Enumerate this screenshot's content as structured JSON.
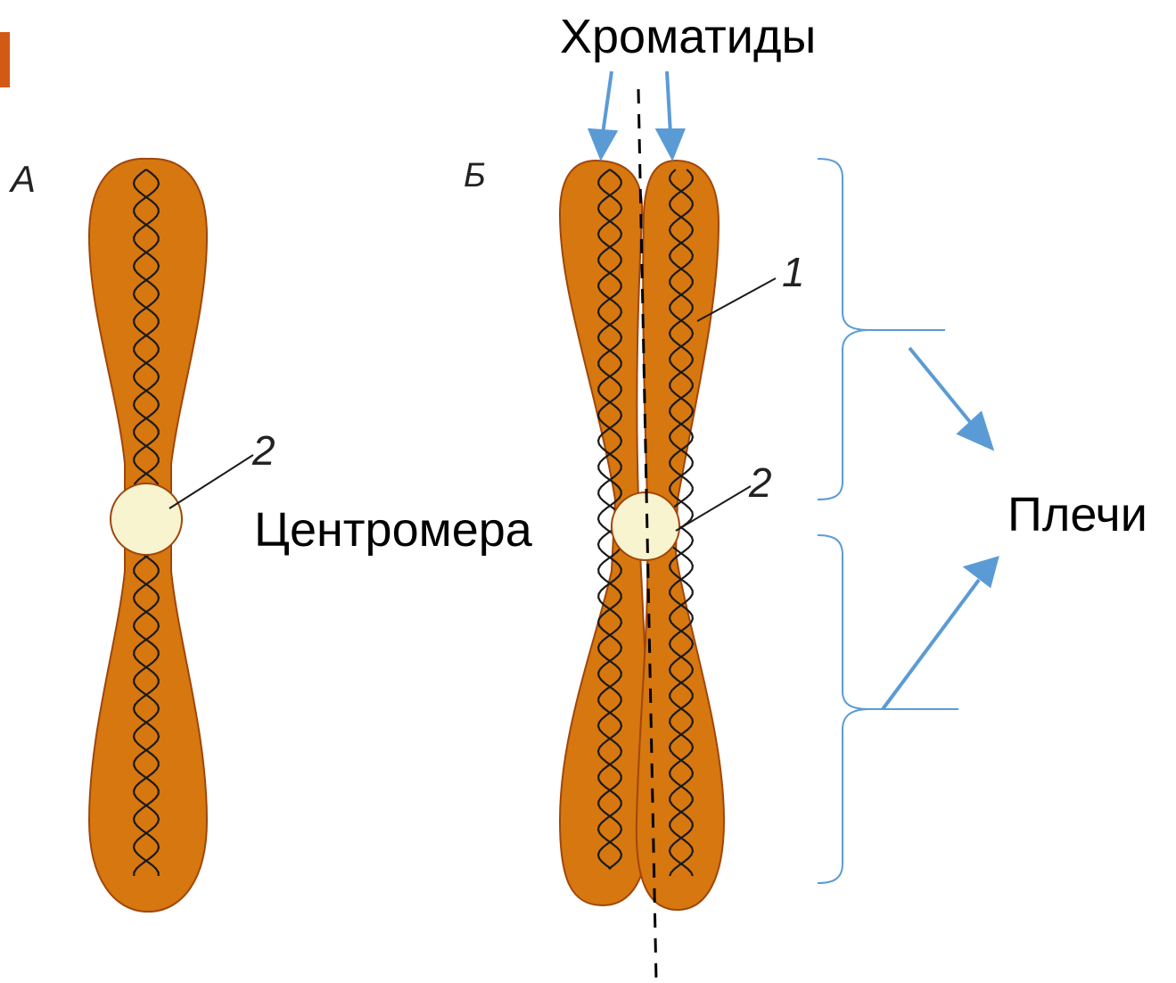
{
  "labels": {
    "chromatids": "Хроматиды",
    "centromere": "Центромера",
    "arms": "Плечи",
    "figure_a": "А",
    "figure_b": "Б",
    "a_marker_2": "2",
    "b_marker_1": "1",
    "b_marker_2": "2"
  },
  "colors": {
    "chromosome_fill": "#d6770f",
    "chromosome_outline": "#a0460b",
    "centromere_fill": "#f7f4cf",
    "arrow": "#5b9bd5",
    "accent": "#d35a14"
  }
}
